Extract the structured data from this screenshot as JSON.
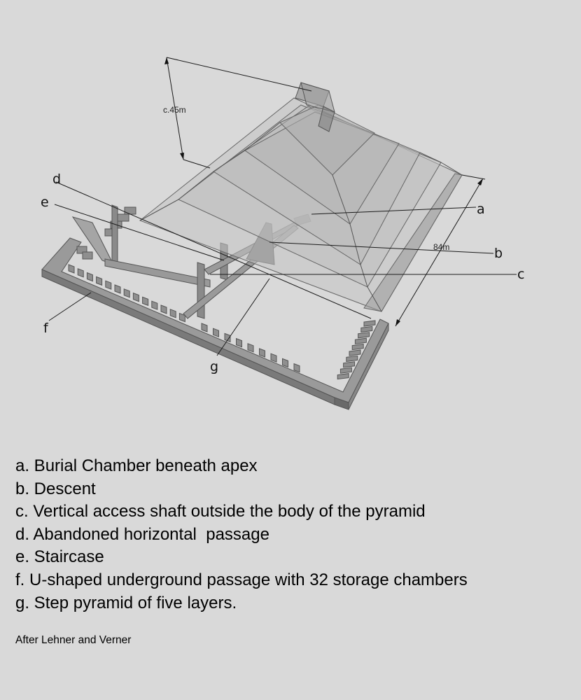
{
  "diagram": {
    "labels": {
      "a": "a",
      "b": "b",
      "c": "c",
      "d": "d",
      "e": "e",
      "f": "f",
      "g": "g"
    },
    "height_dim": "c.45m",
    "width_dim": "84m"
  },
  "legend": [
    "a. Burial Chamber beneath apex",
    "b. Descent",
    "c. Vertical access shaft outside the body of the pyramid",
    "d. Abandoned horizontal  passage",
    "e. Staircase",
    "f. U-shaped underground passage with 32 storage chambers",
    "g. Step pyramid of five layers."
  ],
  "credit": "After Lehner and Verner"
}
